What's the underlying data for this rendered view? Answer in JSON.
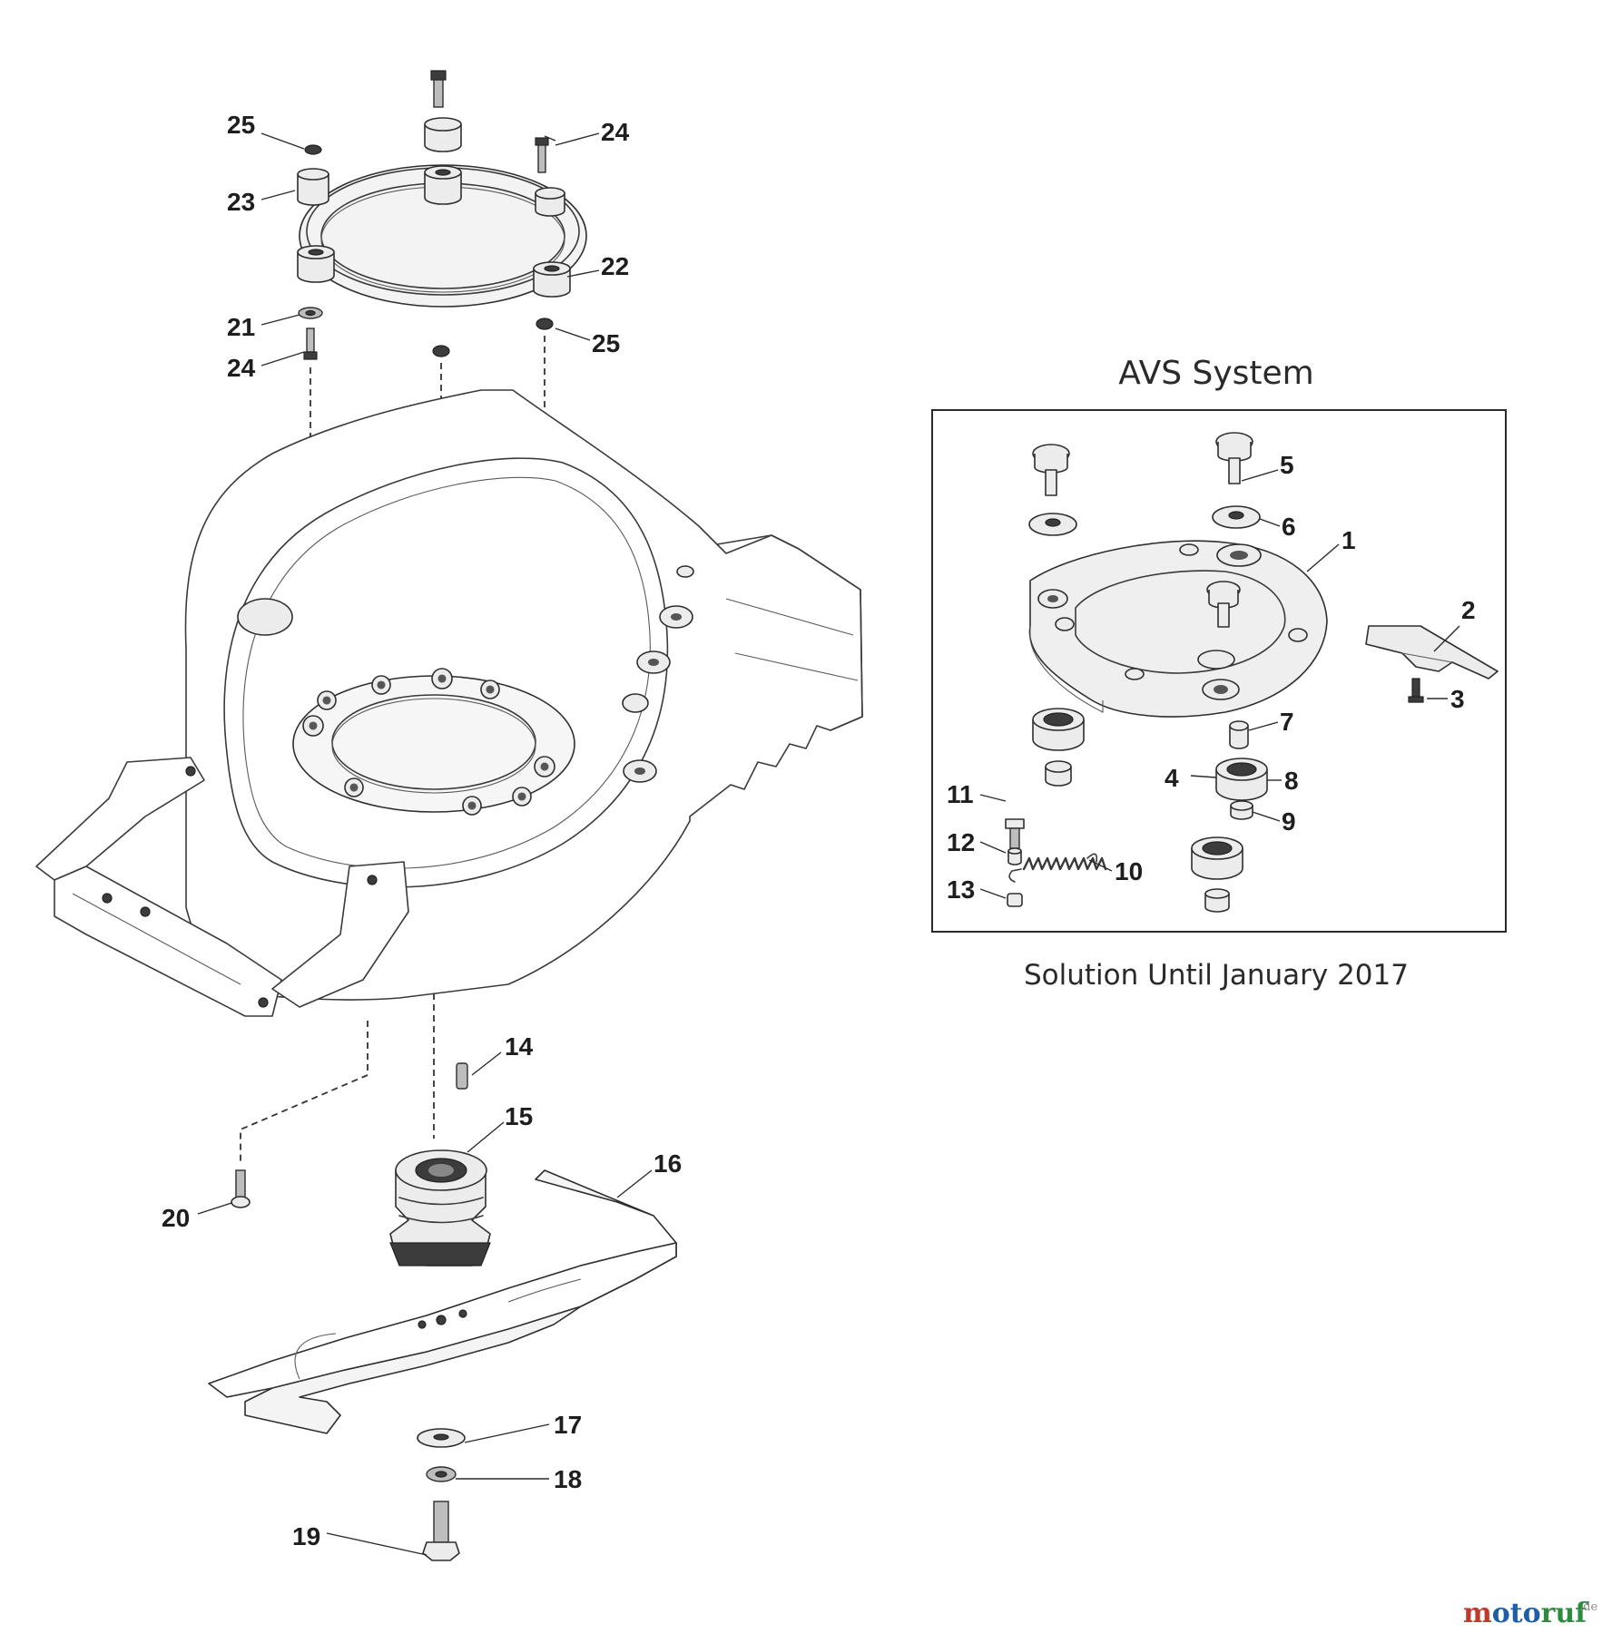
{
  "diagram": {
    "inset_title": "AVS System",
    "inset_caption": "Solution Until January 2017",
    "watermark": {
      "main": "motoruf",
      "suffix": ".de"
    },
    "main_labels": {
      "p25a": "25",
      "p24a": "24",
      "p23": "23",
      "p22": "22",
      "p21": "21",
      "p24b": "24",
      "p25b": "25",
      "p14": "14",
      "p15": "15",
      "p16": "16",
      "p17": "17",
      "p18": "18",
      "p19": "19",
      "p20": "20"
    },
    "inset_labels": {
      "p1": "1",
      "p2": "2",
      "p3": "3",
      "p4": "4",
      "p5": "5",
      "p6": "6",
      "p7": "7",
      "p8": "8",
      "p9": "9",
      "p10": "10",
      "p11": "11",
      "p12": "12",
      "p13": "13"
    },
    "colors": {
      "ink": "#1e1e1e",
      "watermark_a": "#c0392b",
      "watermark_b": "#1f5fa8"
    }
  }
}
